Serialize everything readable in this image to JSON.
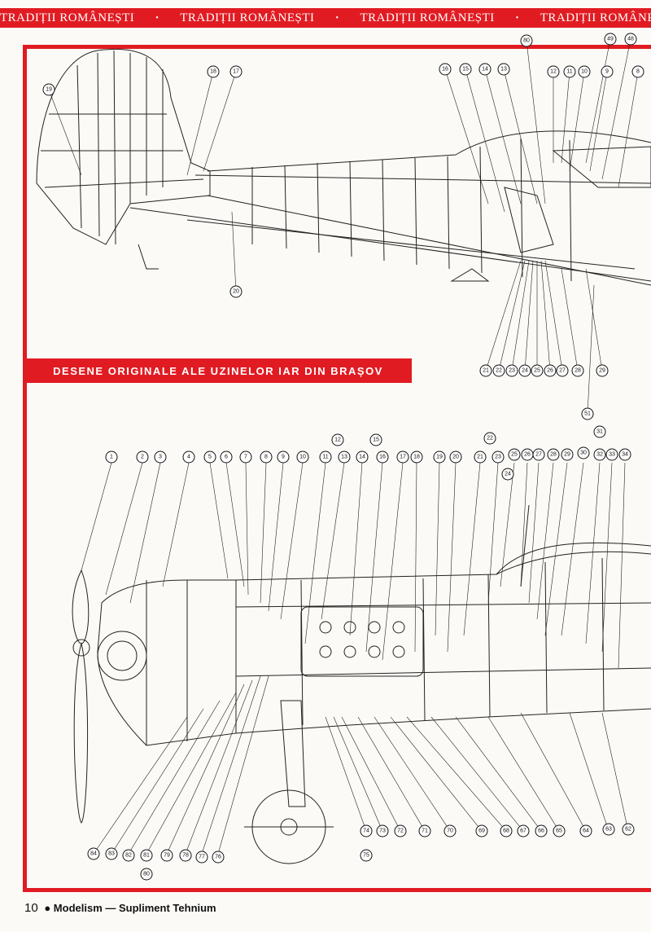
{
  "banner": {
    "repeat_text": "TRADIȚII ROMÂNEȘTI",
    "separator": "•"
  },
  "caption": "DESENE ORIGINALE ALE UZINELOR IAR DIN BRAȘOV",
  "footer": {
    "page_number": "10",
    "bullet": "●",
    "text": "Modelism — Supliment Tehnium"
  },
  "colors": {
    "accent": "#e11b22",
    "ink": "#111111",
    "paper": "#fbfaf6"
  },
  "top_drawing_callouts": [
    "19",
    "18",
    "17",
    "16",
    "15",
    "14",
    "13",
    "80",
    "12",
    "11",
    "10",
    "49",
    "9",
    "48",
    "8",
    "20",
    "21",
    "22",
    "23",
    "24",
    "25",
    "26",
    "27",
    "28",
    "29",
    "51"
  ],
  "bottom_drawing_callouts": [
    "1",
    "2",
    "3",
    "4",
    "5",
    "6",
    "7",
    "8",
    "9",
    "10",
    "11",
    "12",
    "13",
    "14",
    "15",
    "16",
    "17",
    "18",
    "19",
    "20",
    "21",
    "22",
    "23",
    "24",
    "25",
    "26",
    "27",
    "28",
    "29",
    "30",
    "31",
    "32",
    "33",
    "34",
    "84",
    "83",
    "82",
    "81",
    "80",
    "79",
    "78",
    "77",
    "76",
    "75",
    "74",
    "73",
    "72",
    "71",
    "70",
    "69",
    "68",
    "67",
    "66",
    "65",
    "64",
    "63",
    "62"
  ]
}
